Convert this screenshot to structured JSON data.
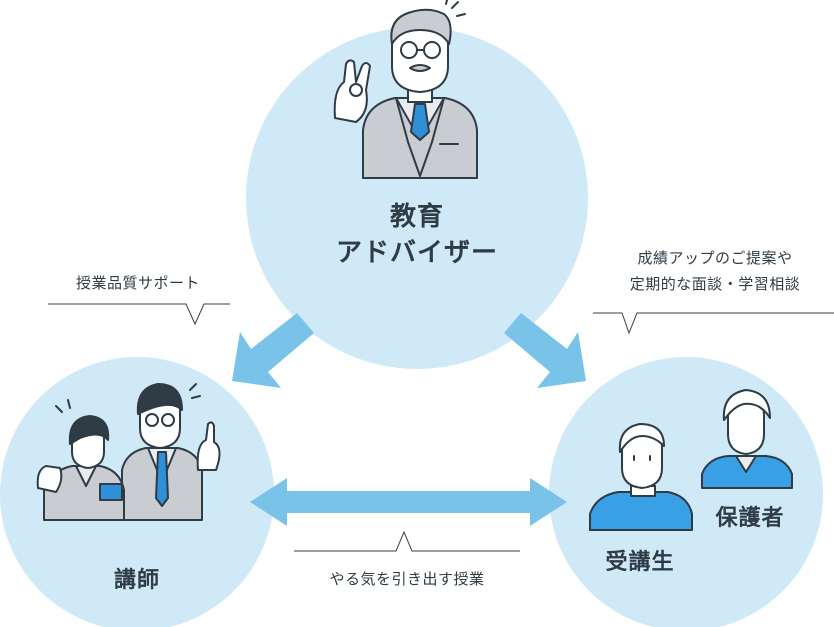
{
  "nodes": {
    "advisor": {
      "line1": "教育",
      "line2": "アドバイザー"
    },
    "instructor": {
      "label": "講師"
    },
    "student": {
      "label": "受講生"
    },
    "guardian": {
      "label": "保護者"
    }
  },
  "callouts": {
    "lesson_support": "授業品質サポート",
    "proposals_line1": "成績アップのご提案や",
    "proposals_line2": "定期的な面談・学習相談",
    "motivating_lessons": "やる気を引き出す授業"
  },
  "colors": {
    "circle_fill": "#cfe9f6",
    "arrow": "#79c3e8",
    "ink": "#2f3b45",
    "suit": "#c9ccd0",
    "shirt": "#e9ecef",
    "tie": "#2f8fd8",
    "uniform_blue": "#3aa0e6"
  }
}
